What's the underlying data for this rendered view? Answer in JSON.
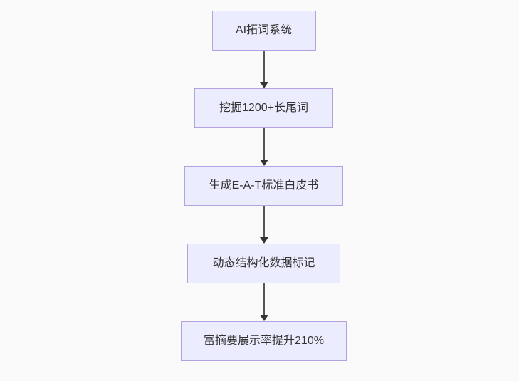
{
  "diagram": {
    "type": "flowchart",
    "direction": "top-down",
    "nodes": [
      {
        "label": "AI拓词系统"
      },
      {
        "label": "挖掘1200+长尾词"
      },
      {
        "label": "生成E-A-T标准白皮书"
      },
      {
        "label": "动态结构化数据标记"
      },
      {
        "label": "富摘要展示率提升210%"
      }
    ],
    "edges": [
      {
        "from": 0,
        "to": 1
      },
      {
        "from": 1,
        "to": 2
      },
      {
        "from": 2,
        "to": 3
      },
      {
        "from": 3,
        "to": 4
      }
    ],
    "colors": {
      "background": "#fafafa",
      "node_fill": "#ececff",
      "node_border": "#b3a2df",
      "node_text": "#333333",
      "edge_line": "#555555",
      "arrowhead": "#333333"
    }
  }
}
